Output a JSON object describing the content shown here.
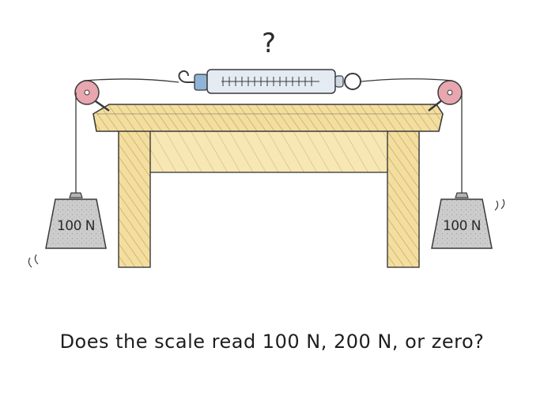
{
  "question_mark": "?",
  "left_weight": {
    "label": "100 N"
  },
  "right_weight": {
    "label": "100 N"
  },
  "caption": "Does the scale read 100 N, 200 N, or zero?",
  "colors": {
    "wood": "#f2dc9a",
    "wood_hatch": "#b99a4e",
    "pulley": "#e8a6ae",
    "weight": "#c9c9c9",
    "scale_body": "#dfe8f2",
    "scale_cap": "#8fb4d8",
    "outline": "#3a3a3a"
  }
}
